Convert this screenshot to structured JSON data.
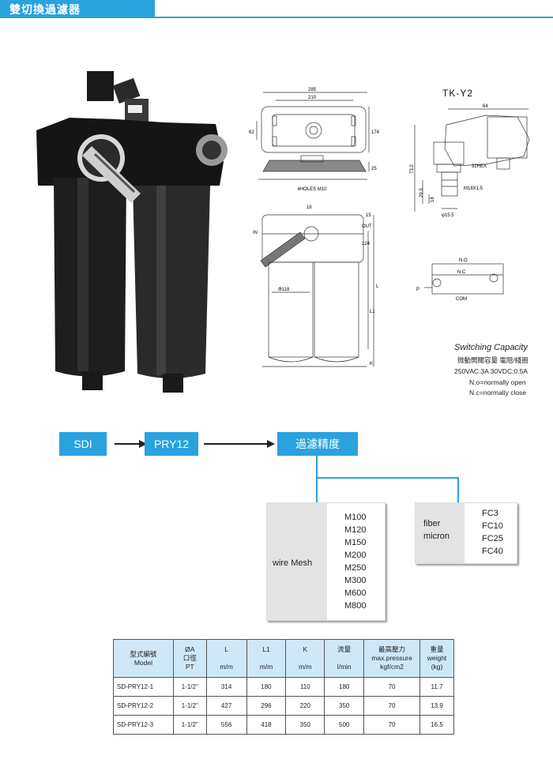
{
  "header": {
    "title": "雙切換過濾器"
  },
  "colors": {
    "accent": "#2aa2de",
    "panel_gray": "#e3e3e3",
    "table_head": "#cfe8f7"
  },
  "drawing_main": {
    "dims": [
      "285",
      "210",
      "62",
      "174",
      "25"
    ],
    "holes_label": "4HOLES M10"
  },
  "drawing_side": {
    "dims": [
      "16",
      "15",
      "124",
      "L",
      "L1",
      "K"
    ],
    "in_label": "IN",
    "out_label": "OUT",
    "dia_label": "Φ118"
  },
  "switch_drawing": {
    "title": "TK-Y2",
    "dims": [
      "64",
      "73.2",
      "29.5",
      "18",
      "32HEX",
      "M18X1.5",
      "φ15.5"
    ],
    "no_label": "N.O",
    "nc_label": "N.C",
    "com_label": "COM",
    "p_label": "P"
  },
  "switching": {
    "title": "Switching Capacity",
    "line1": "微動開關容量  電阻/綫圈",
    "line2": "250VAC:3A  30VDC:0.5A",
    "line3": "N.o=normally open",
    "line4": "N.c=normally close"
  },
  "model_code": {
    "box1": "SDI",
    "box2": "PRY12",
    "box3": "過濾精度"
  },
  "wire_mesh": {
    "label": "wire Mesh",
    "options": [
      "M100",
      "M120",
      "M150",
      "M200",
      "M250",
      "M300",
      "M600",
      "M800"
    ]
  },
  "fiber": {
    "label1": "fiber",
    "label2": "micron",
    "options": [
      "FC3",
      "FC10",
      "FC25",
      "FC40"
    ]
  },
  "table": {
    "headers": [
      [
        "型式編號",
        "Model"
      ],
      [
        "ØA",
        "口徑",
        "PT"
      ],
      [
        "L",
        "m/m"
      ],
      [
        "L1",
        "m/m"
      ],
      [
        "K",
        "m/m"
      ],
      [
        "流量",
        "l/min"
      ],
      [
        "最高壓力",
        "max.pressure",
        "kgf/cm2"
      ],
      [
        "重量",
        "weight",
        "(kg)"
      ]
    ],
    "rows": [
      [
        "SD-PRY12-1",
        "1-1/2\"",
        "314",
        "180",
        "110",
        "180",
        "70",
        "11.7"
      ],
      [
        "SD-PRY12-2",
        "1-1/2\"",
        "427",
        "296",
        "220",
        "350",
        "70",
        "13.9"
      ],
      [
        "SD-PRY12-3",
        "1-1/2\"",
        "556",
        "418",
        "350",
        "500",
        "70",
        "16.5"
      ]
    ]
  }
}
